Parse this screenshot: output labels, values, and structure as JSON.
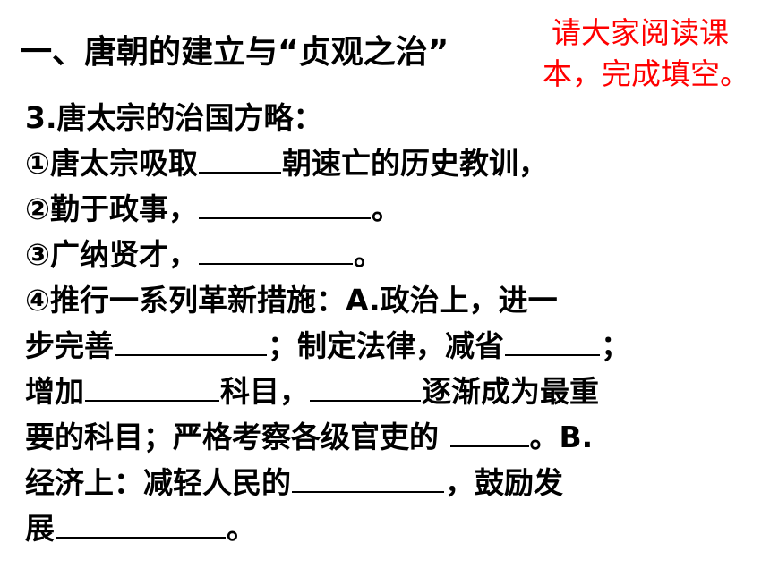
{
  "slide": {
    "title": "一、唐朝的建立与“贞观之治”",
    "note_line1": "请大家阅读课",
    "note_line2": "本，完成填空。"
  },
  "content": {
    "heading": "3.唐太宗的治国方略：",
    "item1_a": "①唐太宗吸取",
    "item1_b": "朝速亡的历史教训，",
    "item2_a": "②勤于政事，",
    "item2_b": "。",
    "item3_a": "③广纳贤才，",
    "item3_b": "。",
    "item4_line1": "④推行一系列革新措施：A.政治上，进一",
    "item4_l2_a": "步完善",
    "item4_l2_b": "；制定法律，减省",
    "item4_l2_c": "；",
    "item4_l3_a": "增加",
    "item4_l3_b": "科目，",
    "item4_l3_c": "逐渐成为最重",
    "item4_l4_a": "要的科目；严格考察各级官吏的 ",
    "item4_l4_b": "。B.",
    "item4_l5_a": "经济上：减轻人民的",
    "item4_l5_b": "，鼓励发",
    "item4_l6_a": "展",
    "item4_l6_b": "。"
  }
}
